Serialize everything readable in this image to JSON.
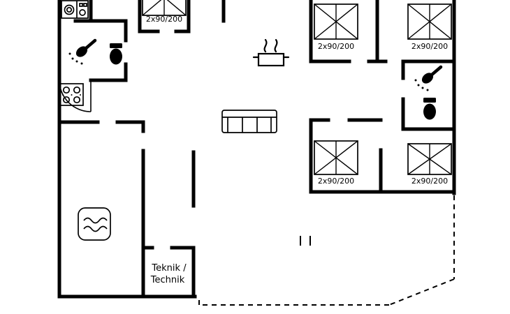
{
  "floorplan": {
    "title": "holiday-house-floor-plan",
    "beds": [
      {
        "id": "bed-top-center",
        "label": "2x90/200"
      },
      {
        "id": "bed-top-right-1",
        "label": "2x90/200"
      },
      {
        "id": "bed-top-right-2",
        "label": "2x90/200"
      },
      {
        "id": "bed-mid-right-1",
        "label": "2x90/200"
      },
      {
        "id": "bed-mid-right-2",
        "label": "2x90/200"
      }
    ],
    "rooms": {
      "technik": {
        "line1": "Teknik /",
        "line2": "Technik"
      }
    },
    "icons": {
      "washer": "washing-machine",
      "shower_left": "shower-head",
      "toilet_left": "toilet",
      "hob": "cooktop",
      "whirlpool": "whirlpool-tub",
      "pot": "cooking-pot-steam",
      "sofa": "sofa",
      "bed": "double-bed-crossed",
      "shower_right": "shower-head",
      "toilet_right": "toilet",
      "terrace": "dashed-terrace-outline",
      "door_arc": "door-swing-arc"
    },
    "colors": {
      "wall": "#000000",
      "background": "#ffffff"
    }
  }
}
